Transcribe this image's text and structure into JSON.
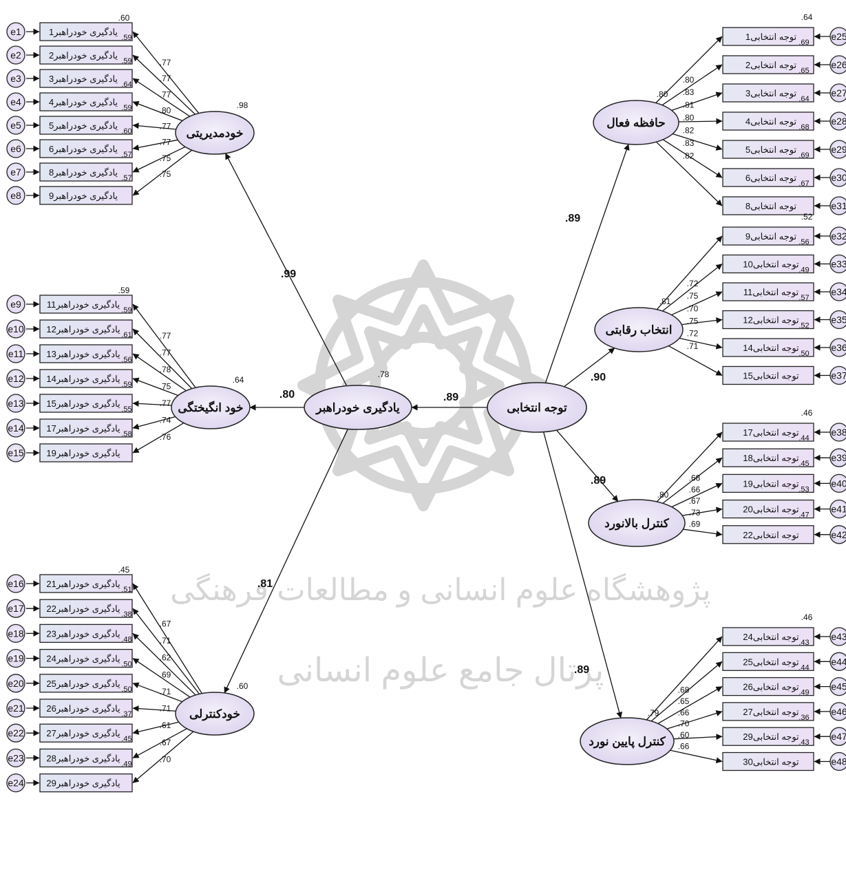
{
  "diagram": {
    "center": {
      "label": "یادگیری خودراهبر",
      "r2": ".78"
    },
    "exog": {
      "label": "توجه انتخابی"
    },
    "exog_path": ".89",
    "left_groups": [
      {
        "factor": "خودمدیریتی",
        "factor_r2": ".98",
        "path": ".99",
        "first_r2": ".60",
        "items": [
          {
            "label": "یادگیری خودراهبر1",
            "err": "e1",
            "loading": ".77",
            "r2_below": ".59"
          },
          {
            "label": "یادگیری خودراهبر2",
            "err": "e2",
            "loading": ".77",
            "r2_below": ".59"
          },
          {
            "label": "یادگیری خودراهبر3",
            "err": "e3",
            "loading": ".77",
            "r2_below": ".64"
          },
          {
            "label": "یادگیری خودراهبر4",
            "err": "e4",
            "loading": ".80",
            "r2_below": ".59"
          },
          {
            "label": "یادگیری خودراهبر5",
            "err": "e5",
            "loading": ".77",
            "r2_below": ".60"
          },
          {
            "label": "یادگیری خودراهبر6",
            "err": "e6",
            "loading": ".77",
            "r2_below": ".57"
          },
          {
            "label": "یادگیری خودراهبر8",
            "err": "e7",
            "loading": ".75",
            "r2_below": ".57"
          },
          {
            "label": "یادگیری خودراهبر9",
            "err": "e8",
            "loading": ".75",
            "r2_below": ""
          }
        ]
      },
      {
        "factor": "خود انگیختگی",
        "factor_r2": ".64",
        "path": ".80",
        "first_r2": ".59",
        "items": [
          {
            "label": "یادگیری خودراهبر11",
            "err": "e9",
            "loading": ".77",
            "r2_below": ".59"
          },
          {
            "label": "یادگیری خودراهبر12",
            "err": "e10",
            "loading": ".77",
            "r2_below": ".61"
          },
          {
            "label": "یادگیری خودراهبر13",
            "err": "e11",
            "loading": ".78",
            "r2_below": ".56"
          },
          {
            "label": "یادگیری خودراهبر14",
            "err": "e12",
            "loading": ".75",
            "r2_below": ".59"
          },
          {
            "label": "یادگیری خودراهبر15",
            "err": "e13",
            "loading": ".77",
            "r2_below": ".55"
          },
          {
            "label": "یادگیری خودراهبر17",
            "err": "e14",
            "loading": ".74",
            "r2_below": ".58"
          },
          {
            "label": "یادگیری خودراهبر19",
            "err": "e15",
            "loading": ".76",
            "r2_below": ""
          }
        ]
      },
      {
        "factor": "خودکنترلی",
        "factor_r2": ".60",
        "path": ".81",
        "first_r2": ".45",
        "items": [
          {
            "label": "یادگیری خودراهبر21",
            "err": "e16",
            "loading": ".67",
            "r2_below": ".51"
          },
          {
            "label": "یادگیری خودراهبر22",
            "err": "e17",
            "loading": ".71",
            "r2_below": ".38"
          },
          {
            "label": "یادگیری خودراهبر23",
            "err": "e18",
            "loading": ".62",
            "r2_below": ".48"
          },
          {
            "label": "یادگیری خودراهبر24",
            "err": "e19",
            "loading": ".69",
            "r2_below": ".50"
          },
          {
            "label": "یادگیری خودراهبر25",
            "err": "e20",
            "loading": ".71",
            "r2_below": ".50"
          },
          {
            "label": "یادگیری خودراهبر26",
            "err": "e21",
            "loading": ".71",
            "r2_below": ".37"
          },
          {
            "label": "یادگیری خودراهبر27",
            "err": "e22",
            "loading": ".61",
            "r2_below": ".45"
          },
          {
            "label": "یادگیری خودراهبر28",
            "err": "e23",
            "loading": ".67",
            "r2_below": ".49"
          },
          {
            "label": "یادگیری خودراهبر29",
            "err": "e24",
            "loading": ".70",
            "r2_below": ""
          }
        ]
      }
    ],
    "right_groups": [
      {
        "factor": "حافظه فعال",
        "factor_r2": ".80",
        "path": ".89",
        "first_r2": ".64",
        "items": [
          {
            "label": "توجه انتخابی1",
            "err": "e25",
            "loading": ".80",
            "r2_below": ".69"
          },
          {
            "label": "توجه انتخابی2",
            "err": "e26",
            "loading": ".83",
            "r2_below": ".65"
          },
          {
            "label": "توجه انتخابی3",
            "err": "e27",
            "loading": ".81",
            "r2_below": ".64"
          },
          {
            "label": "توجه انتخابی4",
            "err": "e28",
            "loading": ".80",
            "r2_below": ".68"
          },
          {
            "label": "توجه انتخابی5",
            "err": "e29",
            "loading": ".82",
            "r2_below": ".69"
          },
          {
            "label": "توجه انتخابی6",
            "err": "e30",
            "loading": ".83",
            "r2_below": ".67"
          },
          {
            "label": "توجه انتخابی8",
            "err": "e31",
            "loading": ".82",
            "r2_below": ""
          }
        ]
      },
      {
        "factor": "انتخاب رقابتی",
        "factor_r2": ".81",
        "path": ".90",
        "first_r2": ".52",
        "items": [
          {
            "label": "توجه انتخابی9",
            "err": "e32",
            "loading": ".72",
            "r2_below": ".56"
          },
          {
            "label": "توجه انتخابی10",
            "err": "e33",
            "loading": ".75",
            "r2_below": ".49"
          },
          {
            "label": "توجه انتخابی11",
            "err": "e34",
            "loading": ".70",
            "r2_below": ".57"
          },
          {
            "label": "توجه انتخابی12",
            "err": "e35",
            "loading": ".75",
            "r2_below": ".52"
          },
          {
            "label": "توجه انتخابی14",
            "err": "e36",
            "loading": ".72",
            "r2_below": ".50"
          },
          {
            "label": "توجه انتخابی15",
            "err": "e37",
            "loading": ".71",
            "r2_below": ""
          }
        ]
      },
      {
        "factor": "کنترل بالانورد",
        "factor_r2": ".80",
        "path": ".89",
        "first_r2": ".46",
        "items": [
          {
            "label": "توجه انتخابی17",
            "err": "e38",
            "loading": ".68",
            "r2_below": ".44"
          },
          {
            "label": "توجه انتخابی18",
            "err": "e39",
            "loading": ".66",
            "r2_below": ".45"
          },
          {
            "label": "توجه انتخابی19",
            "err": "e40",
            "loading": ".67",
            "r2_below": ".53"
          },
          {
            "label": "توجه انتخابی20",
            "err": "e41",
            "loading": ".73",
            "r2_below": ".47"
          },
          {
            "label": "توجه انتخابی22",
            "err": "e42",
            "loading": ".69",
            "r2_below": ""
          }
        ]
      },
      {
        "factor": "کنترل پایین نورد",
        "factor_r2": ".79",
        "path": ".89",
        "first_r2": ".46",
        "items": [
          {
            "label": "توجه انتخابی24",
            "err": "e43",
            "loading": ".68",
            "r2_below": ".43"
          },
          {
            "label": "توجه انتخابی25",
            "err": "e44",
            "loading": ".65",
            "r2_below": ".44"
          },
          {
            "label": "توجه انتخابی26",
            "err": "e45",
            "loading": ".66",
            "r2_below": ".49"
          },
          {
            "label": "توجه انتخابی27",
            "err": "e46",
            "loading": ".70",
            "r2_below": ".36"
          },
          {
            "label": "توجه انتخابی29",
            "err": "e47",
            "loading": ".60",
            "r2_below": ".43"
          },
          {
            "label": "توجه انتخابی30",
            "err": "e48",
            "loading": ".66",
            "r2_below": ""
          }
        ]
      }
    ],
    "watermark": {
      "line1": "پژوهشگاه علوم انسانی و مطالعات فرهنگی",
      "line2": "پرتال جامع علوم انسانی"
    },
    "colors": {
      "ellipse_fill": "#e6e0f3",
      "box_fill": "#e9e2f2",
      "box_fill_left": "#e0e4f0",
      "stroke": "#1a1a1a",
      "watermark": "#b7b7b7"
    }
  }
}
